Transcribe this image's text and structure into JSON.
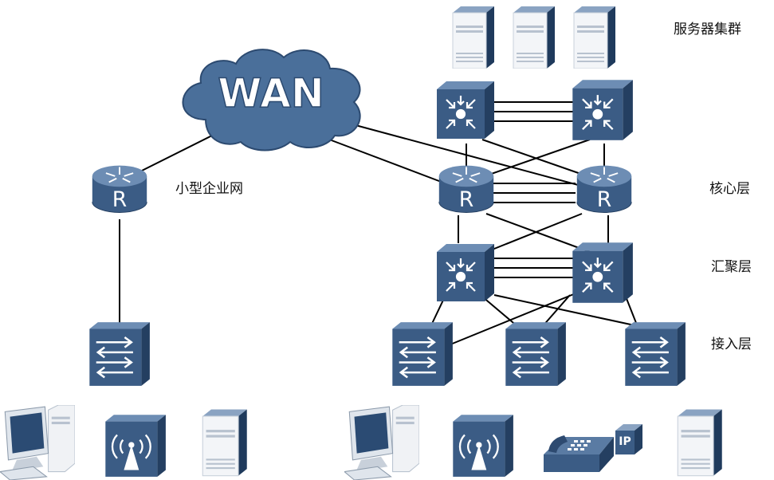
{
  "cloud_label": "WAN",
  "router_glyph": "R",
  "phone_badge": "IP",
  "labels": {
    "server_cluster": "服务器集群",
    "small_enterprise": "小型企业网",
    "core_layer": "核心层",
    "aggregation_layer": "汇聚层",
    "access_layer": "接入层"
  },
  "colors": {
    "device_front": "#3a5a82",
    "device_top": "#5f80a8",
    "device_side": "#274466",
    "cloud": "#4a6f9a",
    "link": "#000000"
  }
}
